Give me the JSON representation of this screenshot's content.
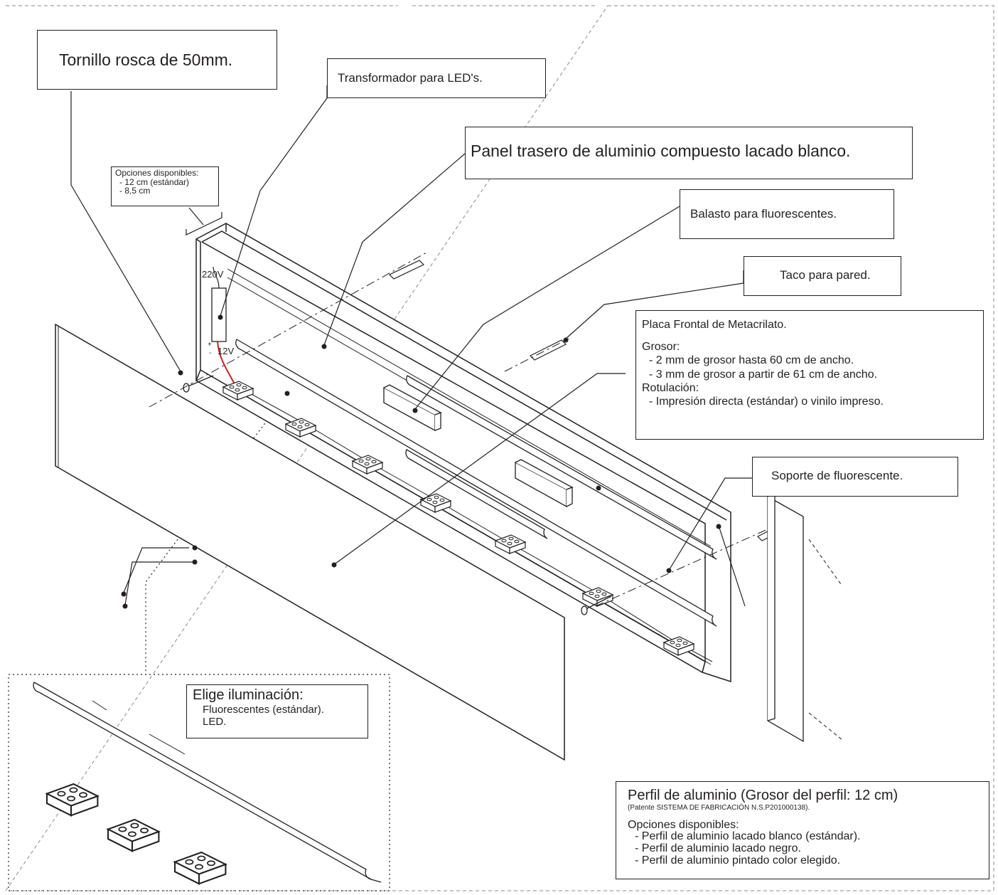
{
  "callouts": {
    "tornillo": "Tornillo rosca de 50mm.",
    "transformador": "Transformador para LED's.",
    "panel_trasero": "Panel trasero de aluminio compuesto lacado blanco.",
    "balasto": "Balasto para fluorescentes.",
    "taco": "Taco para pared.",
    "soporte": "Soporte de fluorescente."
  },
  "opciones_ancho": {
    "title": "Opciones disponibles:",
    "items": [
      "- 12 cm (estándar)",
      "- 8,5 cm"
    ]
  },
  "placa_frontal": {
    "title": "Placa Frontal de Metacrilato.",
    "grosor_label": "Grosor:",
    "grosor_items": [
      "- 2 mm de grosor hasta 60 cm de ancho.",
      "- 3 mm de grosor a partir de 61 cm de ancho."
    ],
    "rotulacion_label": "Rotulación:",
    "rotulacion_items": [
      "- Impresión directa (estándar) o vinilo impreso."
    ]
  },
  "perfil": {
    "title": "Perfil de aluminio (Grosor del perfil: 12 cm)",
    "patent": "(Patente SISTEMA DE FABRICACIÓN N.S.P201000138).",
    "options_label": "Opciones disponibles:",
    "options": [
      "- Perfil de aluminio lacado blanco (estándar).",
      "- Perfil de aluminio lacado negro.",
      "- Perfil de aluminio pintado color elegido."
    ]
  },
  "iluminacion": {
    "title": "Elige iluminación:",
    "options": [
      "Fluorescentes (estándar).",
      "LED."
    ]
  },
  "voltage": {
    "input": "220V",
    "output": "12V",
    "plus": "+",
    "minus": "-"
  },
  "colors": {
    "line": "#231f20",
    "cable": "#c62127",
    "frame_dash": "#8a8a8a"
  }
}
